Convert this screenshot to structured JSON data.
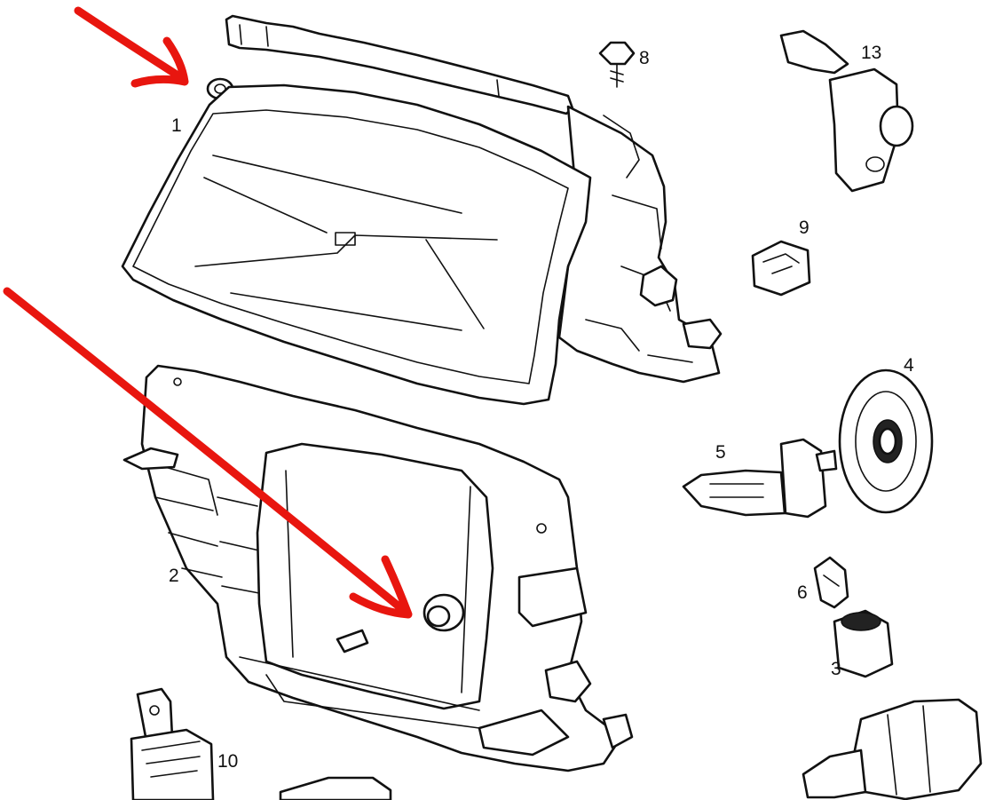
{
  "diagram": {
    "callouts": [
      {
        "id": "1",
        "text": "1"
      },
      {
        "id": "2",
        "text": "2"
      },
      {
        "id": "3",
        "text": "3"
      },
      {
        "id": "4",
        "text": "4"
      },
      {
        "id": "5",
        "text": "5"
      },
      {
        "id": "6",
        "text": "6"
      },
      {
        "id": "8",
        "text": "8"
      },
      {
        "id": "9",
        "text": "9"
      },
      {
        "id": "10",
        "text": "10"
      },
      {
        "id": "13",
        "text": "13"
      }
    ],
    "annotation_arrows": [
      {
        "id": "upper-arrow",
        "points_to": "1"
      },
      {
        "id": "lower-arrow",
        "points_to": "2"
      }
    ],
    "colors": {
      "line_art": "#111111",
      "background": "#ffffff",
      "annotation": "#e8160f"
    }
  }
}
